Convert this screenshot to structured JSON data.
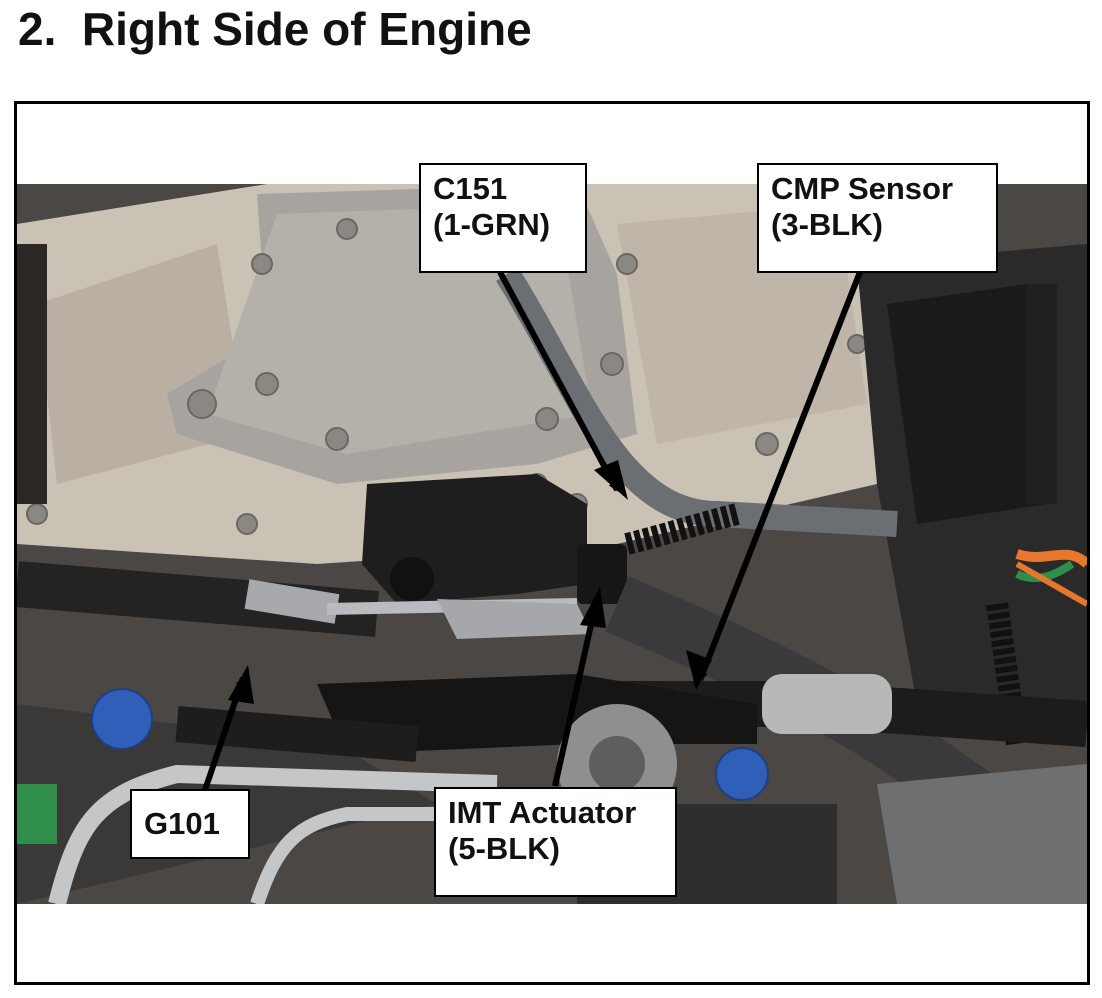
{
  "title": "2.  Right Side of Engine",
  "callouts": {
    "c151": {
      "line1": "C151",
      "line2": "(1-GRN)"
    },
    "cmp_sensor": {
      "line1": "CMP Sensor",
      "line2": "(3-BLK)"
    },
    "g101": {
      "line1": "G101"
    },
    "imt_actuator": {
      "line1": "IMT Actuator",
      "line2": "(5-BLK)"
    }
  },
  "colors": {
    "engine_cover": "#c9c0b4",
    "hose": "#2b2b2b",
    "cap_blue": "#2f5fb8",
    "wire_orange": "#e8772e",
    "wire_green": "#2f8f4a"
  }
}
